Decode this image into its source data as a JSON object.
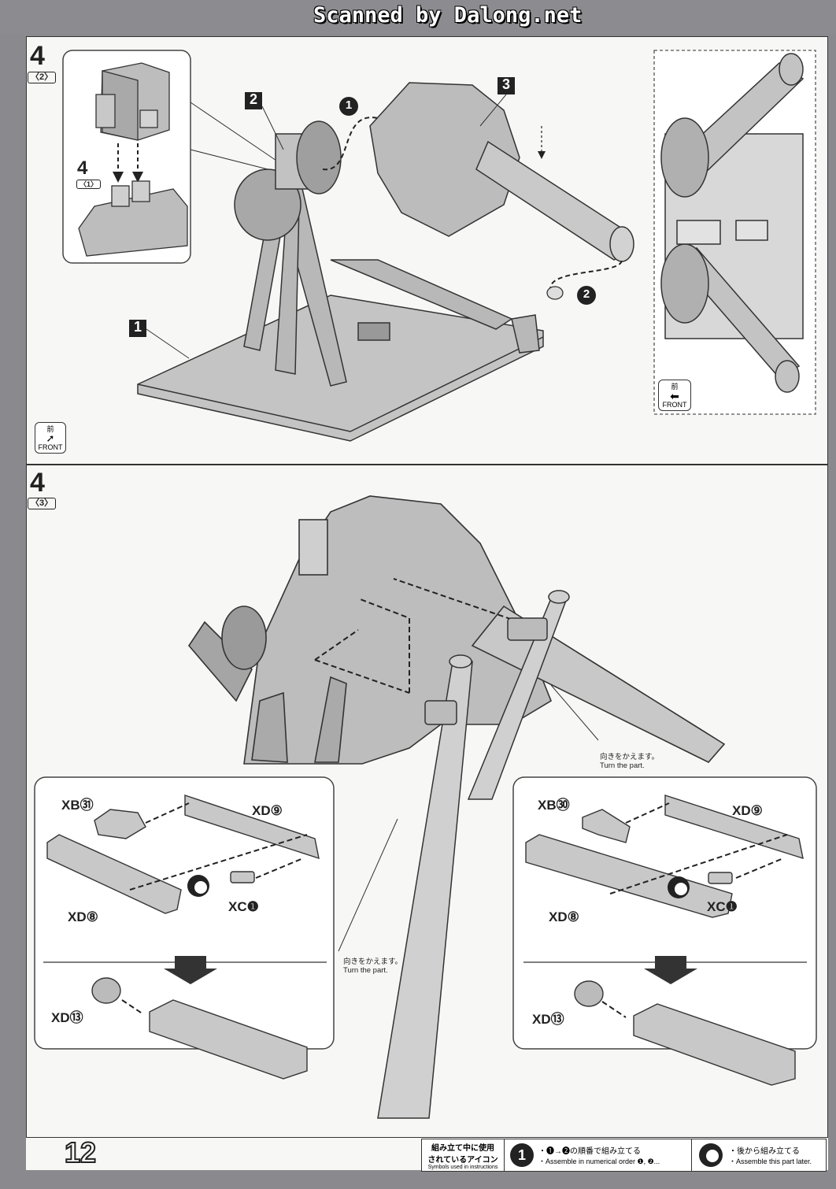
{
  "header": {
    "scan_credit": "Scanned by Dalong.net"
  },
  "step_top": {
    "number": "4",
    "sub": "〈2〉",
    "inset": {
      "step_number": "4",
      "step_sub": "〈1〉"
    },
    "callouts": [
      "1",
      "2",
      "3"
    ],
    "order_markers": [
      "1",
      "2"
    ],
    "front_label_jp": "前",
    "front_label_en": "FRONT",
    "side_view_front_jp": "前",
    "side_view_front_en": "FRONT"
  },
  "step_bottom": {
    "number": "4",
    "sub": "〈3〉",
    "turn_note_1_jp": "向きをかえます。",
    "turn_note_1_en": "Turn the part.",
    "turn_note_2_jp": "向きをかえます。",
    "turn_note_2_en": "Turn the part.",
    "left_box": {
      "part_xb": "XB㉛",
      "part_xd9": "XD⑨",
      "part_xd8": "XD⑧",
      "part_xc1": "XC❶",
      "part_xd13": "XD⑬"
    },
    "right_box": {
      "part_xb": "XB㉚",
      "part_xd9": "XD⑨",
      "part_xd8": "XD⑧",
      "part_xc1": "XC❶",
      "part_xd13": "XD⑬"
    }
  },
  "footer": {
    "page_number": "12",
    "legend_title_jp_1": "組み立て中に使用",
    "legend_title_jp_2": "されているアイコン",
    "legend_title_en": "Symbols used in instructions",
    "legend_1_jp": "・❶→❷の順番で組み立てる",
    "legend_1_en": "・Assemble in numerical order ❶, ❷...",
    "legend_2_jp": "・後から組み立てる",
    "legend_2_en": "・Assemble this part later."
  }
}
